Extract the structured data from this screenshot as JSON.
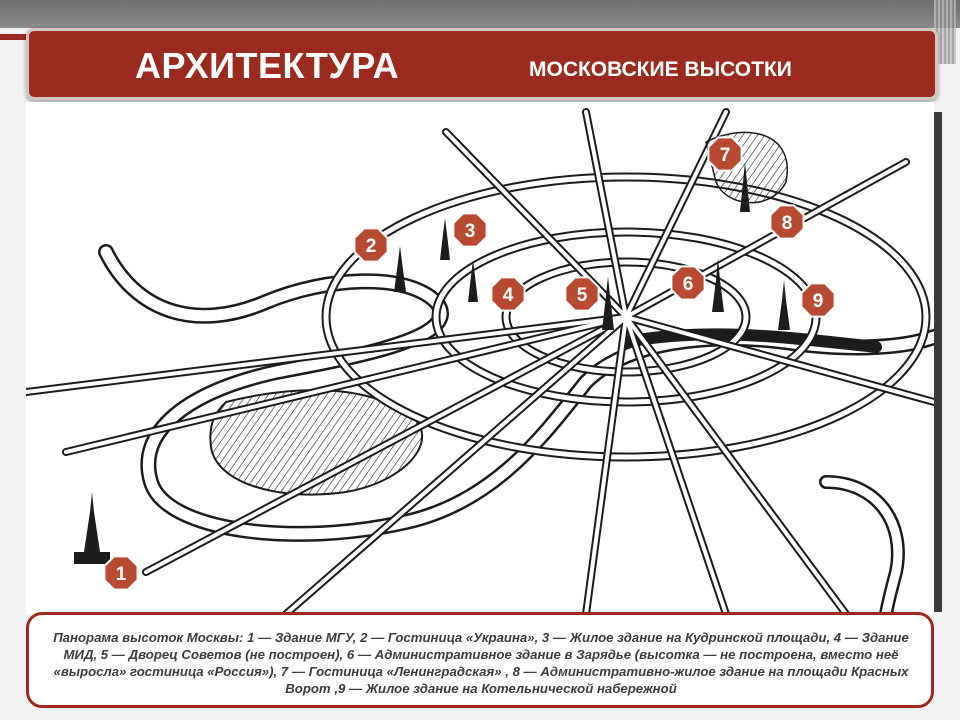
{
  "header": {
    "title": "АРХИТЕКТУРА",
    "subtitle": "МОСКОВСКИЕ ВЫСОТКИ"
  },
  "map": {
    "markers": [
      "1",
      "2",
      "3",
      "4",
      "5",
      "6",
      "7",
      "8",
      "9"
    ]
  },
  "caption": {
    "text": "Панорама высоток Москвы: 1 — Здание МГУ, 2 — Гостиница «Украина», 3 — Жилое здание на Кудринской площади, 4 — Здание МИД, 5 — Дворец Советов (не построен), 6 — Административное здание в Зарядье (высотка — не построена, вместо неё «выросла» гостиница «Россия»), 7 — Гостиница «Ленинградская» , 8 — Административно-жилое здание на площади Красных Ворот ,9 — Жилое здание на Котельнической набережной"
  },
  "colors": {
    "accent": "#9b2a1f",
    "marker_fill": "#b84a32",
    "background": "#f2f2f2"
  }
}
